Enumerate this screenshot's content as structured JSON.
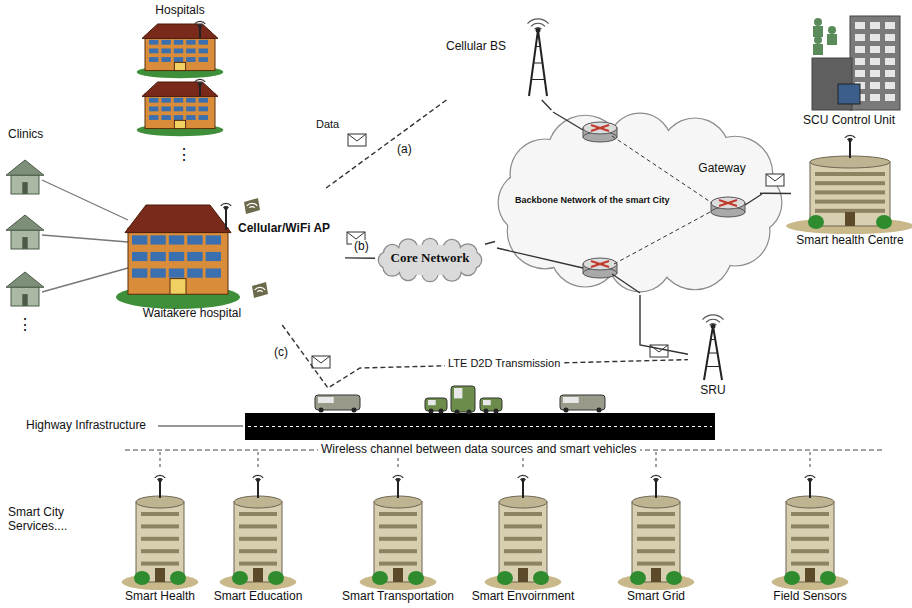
{
  "diagram": {
    "nodes": [
      {
        "text": [
          "Hospitals"
        ]
      },
      {
        "text": [
          "Cellular BS"
        ]
      },
      {
        "text": [
          "SCU Control Unit"
        ]
      },
      {
        "text": [
          "Backbone Network of the smart City"
        ]
      },
      {
        "text": [
          "Gateway"
        ],
        "in": 3
      },
      {
        "text": [
          "Smart health Centre"
        ]
      },
      {
        "text": [
          "Cellular/WiFi AP",
          "Waitakere hospital"
        ]
      },
      {
        "text": [
          "Core Network"
        ]
      },
      {
        "text": [
          "SRU"
        ]
      },
      {
        "text": [
          "Smart Health"
        ]
      },
      {
        "text": [
          "Smart Education"
        ]
      },
      {
        "text": [
          "Smart Transportation"
        ]
      },
      {
        "text": [
          "Smart Envoirnment"
        ]
      },
      {
        "text": [
          "Smart Grid"
        ]
      },
      {
        "text": [
          "Field Sensors"
        ]
      }
    ],
    "edges": [
      {
        "from": 6,
        "to": 1,
        "arrow": "none",
        "label": "(a)"
      },
      {
        "from": 6,
        "to": 7,
        "arrow": "none",
        "label": "(b)"
      },
      {
        "from": 6,
        "to": 8,
        "arrow": "none",
        "label": "(c)"
      },
      {
        "from": 1,
        "to": 3,
        "arrow": "none"
      },
      {
        "from": 7,
        "to": 3,
        "arrow": "none"
      },
      {
        "from": 8,
        "to": 3,
        "arrow": "none"
      },
      {
        "from": 4,
        "to": 5,
        "arrow": "none"
      }
    ],
    "labels": [
      "⋮",
      "Clinics",
      "⋮",
      "Data",
      "LTE D2D Transmission",
      "Highway Infrastructure",
      "Wireless channel between data sources and smart vehicles",
      "Smart City Services...."
    ]
  }
}
